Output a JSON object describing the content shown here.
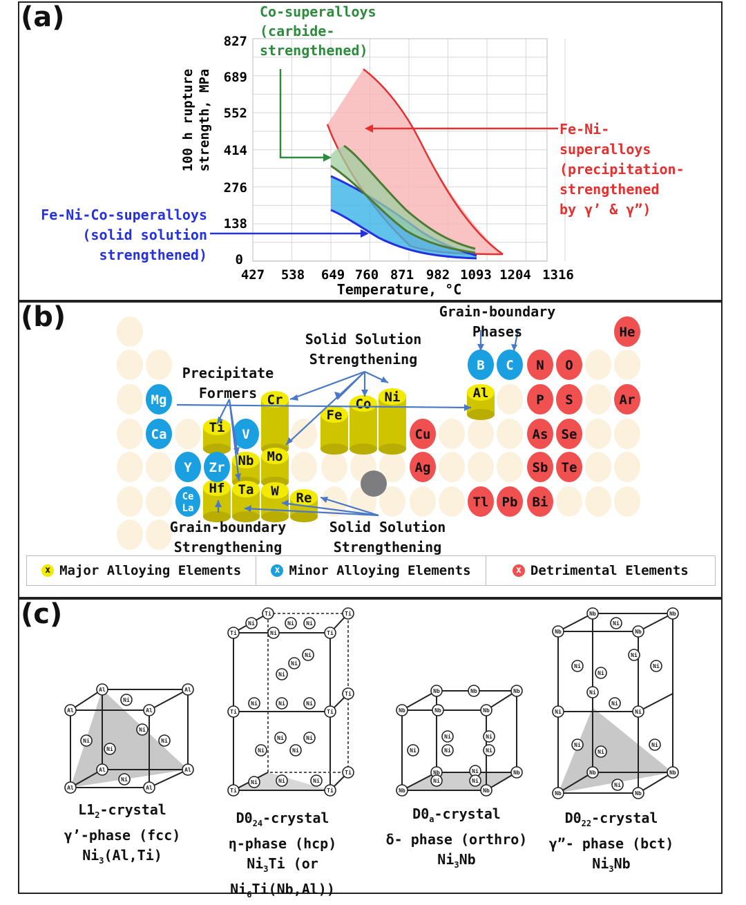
{
  "panel_a": {
    "label": "(a)",
    "y_axis_label_1": "100 h rupture",
    "y_axis_label_2": "strength, MPa",
    "x_axis_label": "Temperature, °C",
    "x_ticks": [
      "427",
      "538",
      "649",
      "760",
      "871",
      "982",
      "1093",
      "1204",
      "1316"
    ],
    "y_ticks": [
      "827",
      "689",
      "552",
      "414",
      "276",
      "138",
      "0"
    ],
    "ann_co": [
      "Co-superalloys",
      "(carbide-",
      "strengthened)"
    ],
    "ann_feni": [
      "Fe-Ni-",
      "superalloys",
      "(precipitation-",
      "strengthened",
      "by γ’ & γ”)"
    ],
    "ann_fenico": [
      "Fe-Ni-Co-superalloys",
      "(solid solution",
      "strengthened)"
    ],
    "colors": {
      "co": "#2e8b3e",
      "feni": "#e53030",
      "fenico": "#2431e0"
    }
  },
  "panel_b": {
    "label": "(b)",
    "labels": {
      "gb_phases_1": "Grain-boundary",
      "gb_phases_2": "Phases",
      "ss_top_1": "Solid Solution",
      "ss_top_2": "Strengthening",
      "pf_1": "Precipitate",
      "pf_2": "Formers",
      "gb_str_1": "Grain-boundary",
      "gb_str_2": "Strengthening",
      "ss_bot_1": "Solid Solution",
      "ss_bot_2": "Strengthening"
    },
    "legend": [
      "Major Alloying Elements",
      "Minor Alloying Elements",
      "Detrimental Elements"
    ],
    "legend_marks": [
      "x",
      "x",
      "x"
    ],
    "elements": {
      "major": [
        "Ti",
        "Cr",
        "Fe",
        "Co",
        "Ni",
        "Al",
        "Nb",
        "Mo",
        "Hf",
        "Ta",
        "W",
        "Re"
      ],
      "minor": [
        "Mg",
        "Ca",
        "Y",
        "Zr",
        "V",
        "B",
        "C",
        "Ce",
        "La"
      ],
      "detrimental": [
        "He",
        "N",
        "O",
        "P",
        "S",
        "Ar",
        "Cu",
        "As",
        "Se",
        "Ag",
        "Sb",
        "Te",
        "Tl",
        "Pb",
        "Bi"
      ]
    },
    "colors": {
      "major": "#f2ea00",
      "minor": "#1aa0e0",
      "detrimental": "#f05050",
      "empty": "#fbf1dc"
    }
  },
  "panel_c": {
    "label": "(c)",
    "atoms": {
      "ni": "Ni",
      "al": "Al",
      "ti": "Ti",
      "nb": "Nb"
    },
    "captions": [
      {
        "l1": "L1",
        "l1sub": "2",
        "l1rest": "-crystal",
        "l2": "γ’-phase (fcc)",
        "l3": "Ni",
        "l3sub": "3",
        "l3rest": "(Al,Ti)"
      },
      {
        "l1": "D0",
        "l1sub": "24",
        "l1rest": "-crystal",
        "l2": "η-phase (hcp)",
        "l3": "Ni",
        "l3sub": "3",
        "l3rest": "Ti (or",
        "l4": "Ni",
        "l4sub": "6",
        "l4rest": "Ti(Nb,Al))"
      },
      {
        "l1": "D0",
        "l1sub": "a",
        "l1rest": "-crystal",
        "l2": "δ- phase (orthro)",
        "l3": "Ni",
        "l3sub": "3",
        "l3rest": "Nb"
      },
      {
        "l1": "D0",
        "l1sub": "22",
        "l1rest": "-crystal",
        "l2": "γ”- phase (bct)",
        "l3": "Ni",
        "l3sub": "3",
        "l3rest": "Nb"
      }
    ]
  }
}
